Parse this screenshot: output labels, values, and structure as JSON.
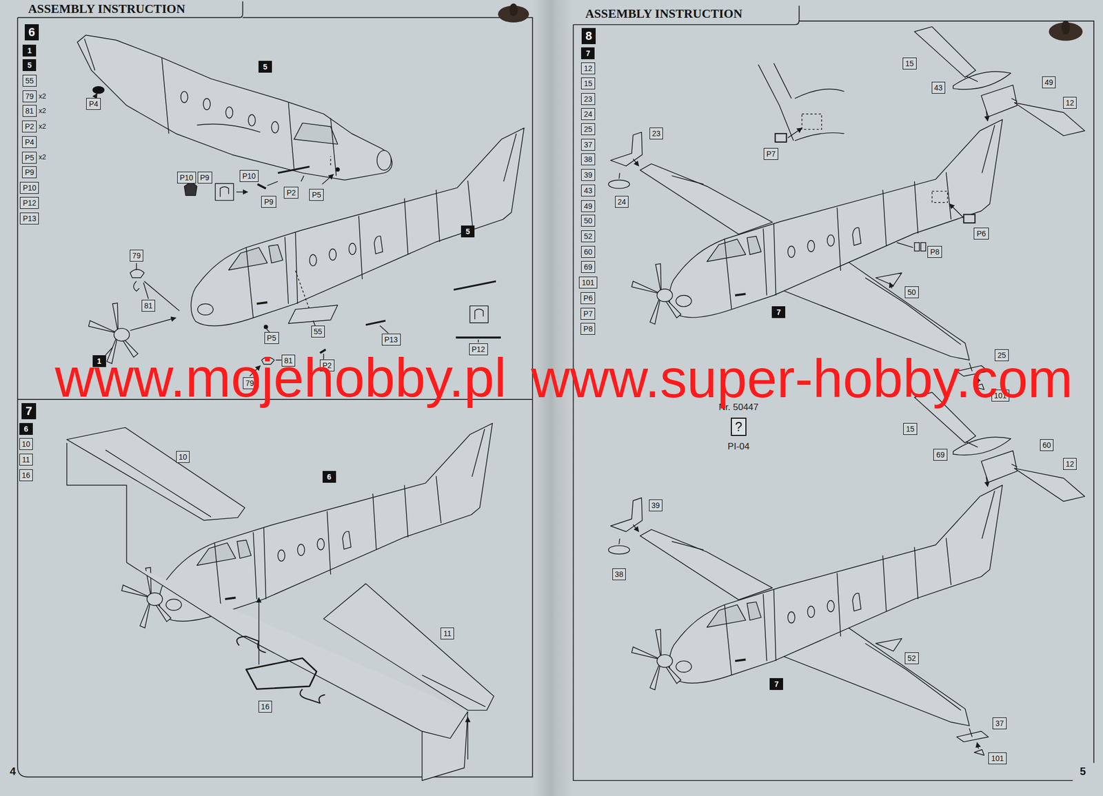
{
  "diagram": {
    "nodes": [
      {
        "text": [
          "6"
        ]
      },
      {
        "text": [
          "1"
        ]
      },
      {
        "text": [
          "5"
        ]
      },
      {
        "text": [
          "55"
        ]
      },
      {
        "text": [
          "79"
        ]
      },
      {
        "text": [
          "81"
        ]
      },
      {
        "text": [
          "P2"
        ]
      },
      {
        "text": [
          "P4"
        ]
      },
      {
        "text": [
          "P5"
        ]
      },
      {
        "text": [
          "P9"
        ]
      },
      {
        "text": [
          "P10"
        ]
      },
      {
        "text": [
          "P12"
        ]
      },
      {
        "text": [
          "P13"
        ]
      },
      {
        "text": [
          "5"
        ]
      },
      {
        "text": [
          "P4"
        ]
      },
      {
        "text": [
          "P10"
        ]
      },
      {
        "text": [
          "P9"
        ]
      },
      {
        "text": [
          "P10"
        ]
      },
      {
        "text": [
          "P2"
        ]
      },
      {
        "text": [
          "P5"
        ]
      },
      {
        "text": [
          "P9"
        ]
      },
      {
        "text": [
          "5"
        ]
      },
      {
        "text": [
          "79"
        ]
      },
      {
        "text": [
          "81"
        ]
      },
      {
        "text": [
          "55"
        ]
      },
      {
        "text": [
          "P5"
        ]
      },
      {
        "text": [
          "P13"
        ]
      },
      {
        "text": [
          "P12"
        ]
      },
      {
        "text": [
          "1"
        ]
      },
      {
        "text": [
          "81"
        ]
      },
      {
        "text": [
          "P2"
        ]
      },
      {
        "text": [
          "79"
        ]
      },
      {
        "text": [
          "7"
        ]
      },
      {
        "text": [
          "6"
        ]
      },
      {
        "text": [
          "10"
        ]
      },
      {
        "text": [
          "11"
        ]
      },
      {
        "text": [
          "16"
        ]
      },
      {
        "text": [
          "10"
        ]
      },
      {
        "text": [
          "6"
        ]
      },
      {
        "text": [
          "11"
        ]
      },
      {
        "text": [
          "16"
        ]
      },
      {
        "text": [
          "8"
        ]
      },
      {
        "text": [
          "7"
        ]
      },
      {
        "text": [
          "12"
        ]
      },
      {
        "text": [
          "15"
        ]
      },
      {
        "text": [
          "23"
        ]
      },
      {
        "text": [
          "24"
        ]
      },
      {
        "text": [
          "25"
        ]
      },
      {
        "text": [
          "37"
        ]
      },
      {
        "text": [
          "38"
        ]
      },
      {
        "text": [
          "39"
        ]
      },
      {
        "text": [
          "43"
        ]
      },
      {
        "text": [
          "49"
        ]
      },
      {
        "text": [
          "50"
        ]
      },
      {
        "text": [
          "52"
        ]
      },
      {
        "text": [
          "60"
        ]
      },
      {
        "text": [
          "69"
        ]
      },
      {
        "text": [
          "101"
        ]
      },
      {
        "text": [
          "P6"
        ]
      },
      {
        "text": [
          "P7"
        ]
      },
      {
        "text": [
          "P8"
        ]
      },
      {
        "text": [
          "15"
        ]
      },
      {
        "text": [
          "49"
        ]
      },
      {
        "text": [
          "43"
        ]
      },
      {
        "text": [
          "12"
        ]
      },
      {
        "text": [
          "23"
        ]
      },
      {
        "text": [
          "P7"
        ]
      },
      {
        "text": [
          "24"
        ]
      },
      {
        "text": [
          "P6"
        ]
      },
      {
        "text": [
          "P8"
        ]
      },
      {
        "text": [
          "50"
        ]
      },
      {
        "text": [
          "7"
        ]
      },
      {
        "text": [
          "25"
        ]
      },
      {
        "text": [
          "101"
        ]
      },
      {
        "text": [
          "?"
        ]
      },
      {
        "text": [
          "15"
        ]
      },
      {
        "text": [
          "60"
        ]
      },
      {
        "text": [
          "69"
        ]
      },
      {
        "text": [
          "12"
        ]
      },
      {
        "text": [
          "39"
        ]
      },
      {
        "text": [
          "38"
        ]
      },
      {
        "text": [
          "52"
        ]
      },
      {
        "text": [
          "7"
        ]
      },
      {
        "text": [
          "37"
        ]
      },
      {
        "text": [
          "101"
        ]
      }
    ],
    "labels": [
      "ASSEMBLY INSTRUCTION",
      "x2",
      "x2",
      "x2",
      "x2",
      "www.mojehobby.pl",
      "4",
      "ASSEMBLY INSTRUCTION",
      "www.super-hobby.com",
      "Nr. 50447",
      "PI-04",
      "5"
    ]
  }
}
